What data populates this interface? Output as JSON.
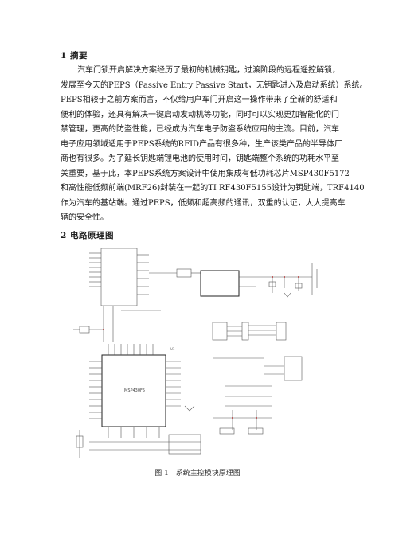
{
  "section1": {
    "heading": "1  摘要",
    "lines": [
      "汽车门锁开启解决方案经历了最初的机械钥匙，过渡阶段的远程遥控解锁，",
      "发展至今天的PEPS（Passive Entry Passive Start，无钥匙进入及启动系统）系统。",
      "PEPS相较于之前方案而言，不仅给用户车门开启这一操作带来了全新的舒适和",
      "便利的体验，还具有解决一键启动发动机等功能，同时可以实现更加智能化的门",
      "禁管理，更高的防盗性能，已经成为汽车电子防盗系统应用的主流。目前，汽车",
      "电子应用领域适用于PEPS系统的RFID产品有很多种，生产该类产品的半导体厂",
      "商也有很多。为了延长钥匙端锂电池的使用时间，钥匙端整个系统的功耗水平至",
      "关重要，基于此，本PEPS系统方案设计中使用集成有低功耗芯片MSP430F5172",
      "和高性能低频前端(MRF26)封装在一起的TI RF430F5155设计为钥匙端，TRF4140",
      "作为汽车的基站端。通过PEPS，低频和超高频的通讯，双重的认证，大大提高车",
      "辆的安全性。"
    ]
  },
  "section2": {
    "heading": "2  电路原理图"
  },
  "figure": {
    "caption_num": "图 1",
    "caption_text": "系统主控模块原理图",
    "chip_label": "MSP430F5",
    "ref_label": "U1"
  }
}
